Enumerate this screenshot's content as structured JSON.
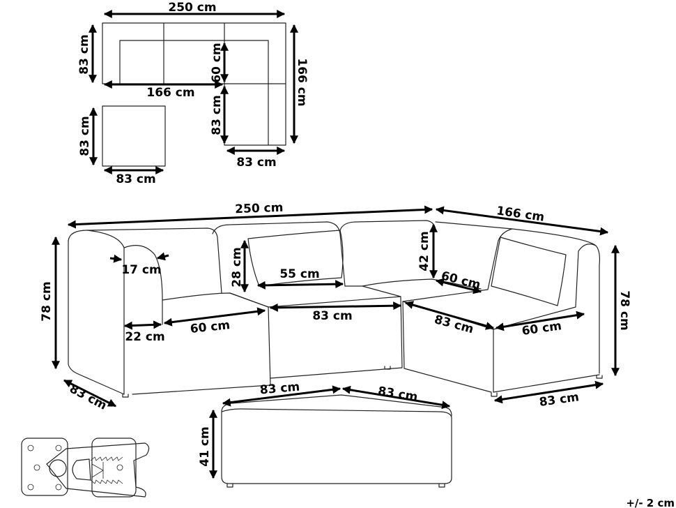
{
  "plan": {
    "width_total": "250 cm",
    "depth_left": "83 cm",
    "inner_depth": "60 cm",
    "length_166_h": "166 cm",
    "length_166_v": "166 cm",
    "corner_depth": "83 cm",
    "corner_width": "83 cm",
    "ottoman_depth": "83 cm",
    "ottoman_width": "83 cm"
  },
  "perspective": {
    "width_total": "250 cm",
    "side_length": "166 cm",
    "height_left": "78 cm",
    "height_right": "78 cm",
    "arm_thickness": "17 cm",
    "pillow_height": "28 cm",
    "pillow_width": "55 cm",
    "back_height": "42 cm",
    "corner_seat_depth": "60 cm",
    "arm_width": "22 cm",
    "seat_depth_left": "60 cm",
    "seat_width_middle": "83 cm",
    "seat_width_right": "83 cm",
    "seat_depth_right": "60 cm",
    "depth_left": "83 cm",
    "depth_right": "83 cm"
  },
  "ottoman": {
    "width": "83 cm",
    "depth": "83 cm",
    "height": "41 cm"
  },
  "tolerance": "+/- 2 cm"
}
